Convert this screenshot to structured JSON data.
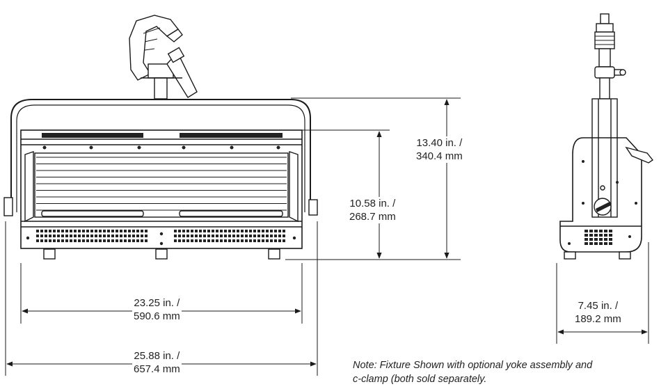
{
  "dimensions": {
    "overall_height": {
      "line1": "13.40 in. /",
      "line2": "340.4 mm"
    },
    "body_height": {
      "line1": "10.58 in. /",
      "line2": "268.7 mm"
    },
    "body_width": {
      "line1": "23.25 in. /",
      "line2": "590.6 mm"
    },
    "overall_width": {
      "line1": "25.88 in. /",
      "line2": "657.4 mm"
    },
    "depth": {
      "line1": "7.45 in. /",
      "line2": "189.2 mm"
    }
  },
  "note": {
    "line1": "Note: Fixture Shown with optional yoke assembly and",
    "line2": "c-clamp (both sold separately."
  },
  "colors": {
    "line": "#1a1a1a",
    "fill": "#ffffff",
    "dark": "#222222"
  }
}
